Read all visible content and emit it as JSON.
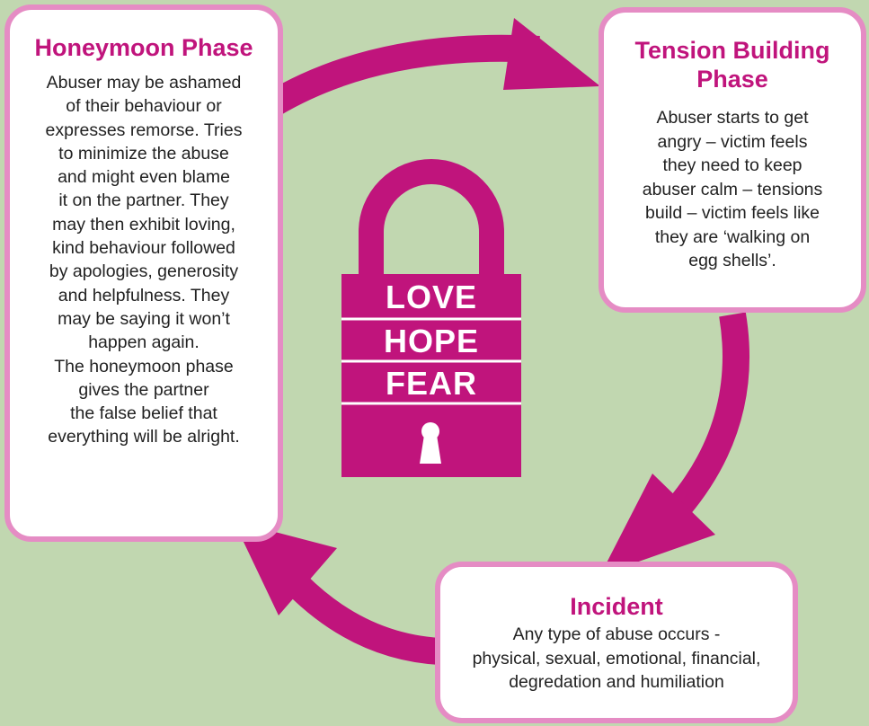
{
  "colors": {
    "background": "#c1d7b0",
    "magenta": "#c0147c",
    "card_border": "#e58cc4",
    "card_fill": "#ffffff"
  },
  "phases": {
    "honeymoon": {
      "title": "Honeymoon Phase",
      "body": "Abuser may be ashamed\nof their behaviour or\nexpresses remorse. Tries\nto minimize the abuse\nand might even blame\nit on the partner. They\nmay then exhibit loving,\nkind behaviour followed\nby apologies, generosity\nand helpfulness. They\nmay be saying it won’t\nhappen again.\nThe honeymoon phase\ngives the partner\nthe false belief that\neverything will be alright."
    },
    "tension": {
      "title": "Tension Building\nPhase",
      "body": "Abuser starts to get\nangry – victim feels\nthey need to keep\nabuser calm – tensions\nbuild – victim feels like\nthey are ‘walking on\negg shells’."
    },
    "incident": {
      "title": "Incident",
      "body": "Any type of abuse occurs -\nphysical, sexual, emotional, financial,\ndegredation and humiliation"
    }
  },
  "lock": {
    "words": [
      "LOVE",
      "HOPE",
      "FEAR"
    ],
    "icon": "keyhole-icon"
  },
  "cycle_arrows": [
    {
      "from": "Honeymoon Phase",
      "to": "Tension Building Phase"
    },
    {
      "from": "Tension Building Phase",
      "to": "Incident"
    },
    {
      "from": "Incident",
      "to": "Honeymoon Phase"
    }
  ]
}
